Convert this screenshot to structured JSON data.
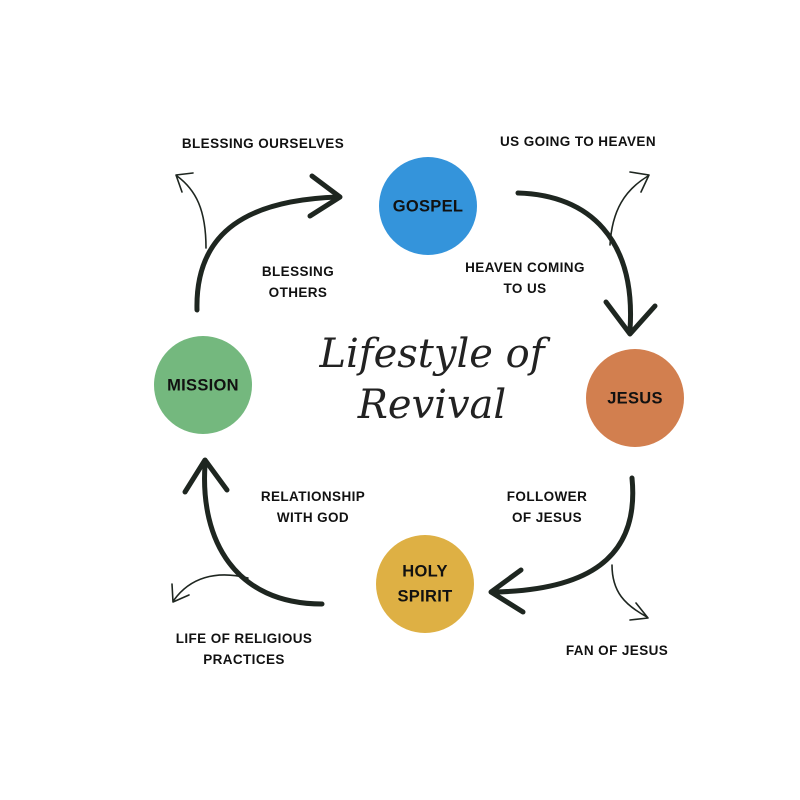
{
  "title": {
    "line1": "Lifestyle of",
    "line2": "Revival"
  },
  "colors": {
    "gospel": "#3494DB",
    "jesus": "#D27F4F",
    "holy_spirit": "#DEB044",
    "mission": "#74B87E",
    "arrow": "#1E2620"
  },
  "nodes": {
    "gospel": {
      "label": "GOSPEL"
    },
    "jesus": {
      "label": "JESUS"
    },
    "holy_spirit": {
      "line1": "HOLY",
      "line2": "SPIRIT"
    },
    "mission": {
      "label": "MISSION"
    }
  },
  "inner_captions": {
    "gospel_to_jesus": {
      "line1": "HEAVEN COMING",
      "line2": "TO US"
    },
    "jesus_to_spirit": {
      "line1": "FOLLOWER",
      "line2": "OF JESUS"
    },
    "spirit_to_mission": {
      "line1": "RELATIONSHIP",
      "line2": "WITH GOD"
    },
    "mission_to_gospel": {
      "line1": "BLESSING",
      "line2": "OTHERS"
    }
  },
  "outer_captions": {
    "top_right": "US GOING TO HEAVEN",
    "bottom_right": "FAN OF JESUS",
    "bottom_left": {
      "line1": "LIFE OF RELIGIOUS",
      "line2": "PRACTICES"
    },
    "top_left": "BLESSING OURSELVES"
  },
  "icons": {
    "main_arrows": "curved-arrow-icon",
    "branch_arrows": "thin-branch-arrow-icon"
  }
}
